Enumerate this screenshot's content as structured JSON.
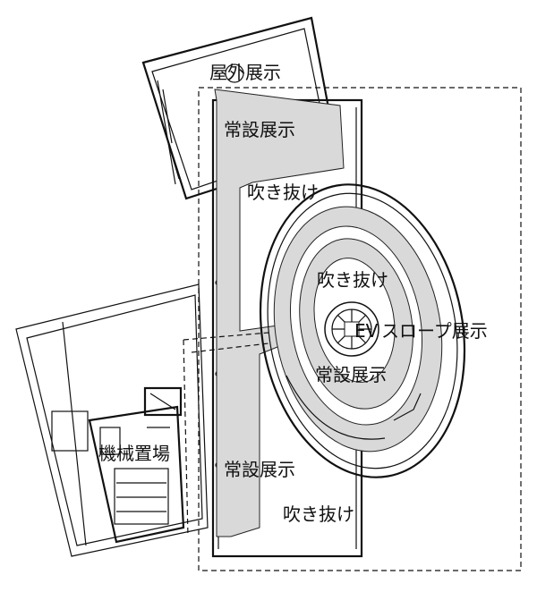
{
  "labels": {
    "outdoor_exhibit": "屋外展示",
    "permanent_top": "常設展示",
    "void_top": "吹き抜け",
    "void_center": "吹き抜け",
    "ev": "EV",
    "slope_exhibit": "スロープ展示",
    "permanent_oval": "常設展示",
    "machine_area": "機械置場",
    "permanent_bottom": "常設展示",
    "void_bottom": "吹き抜け"
  }
}
